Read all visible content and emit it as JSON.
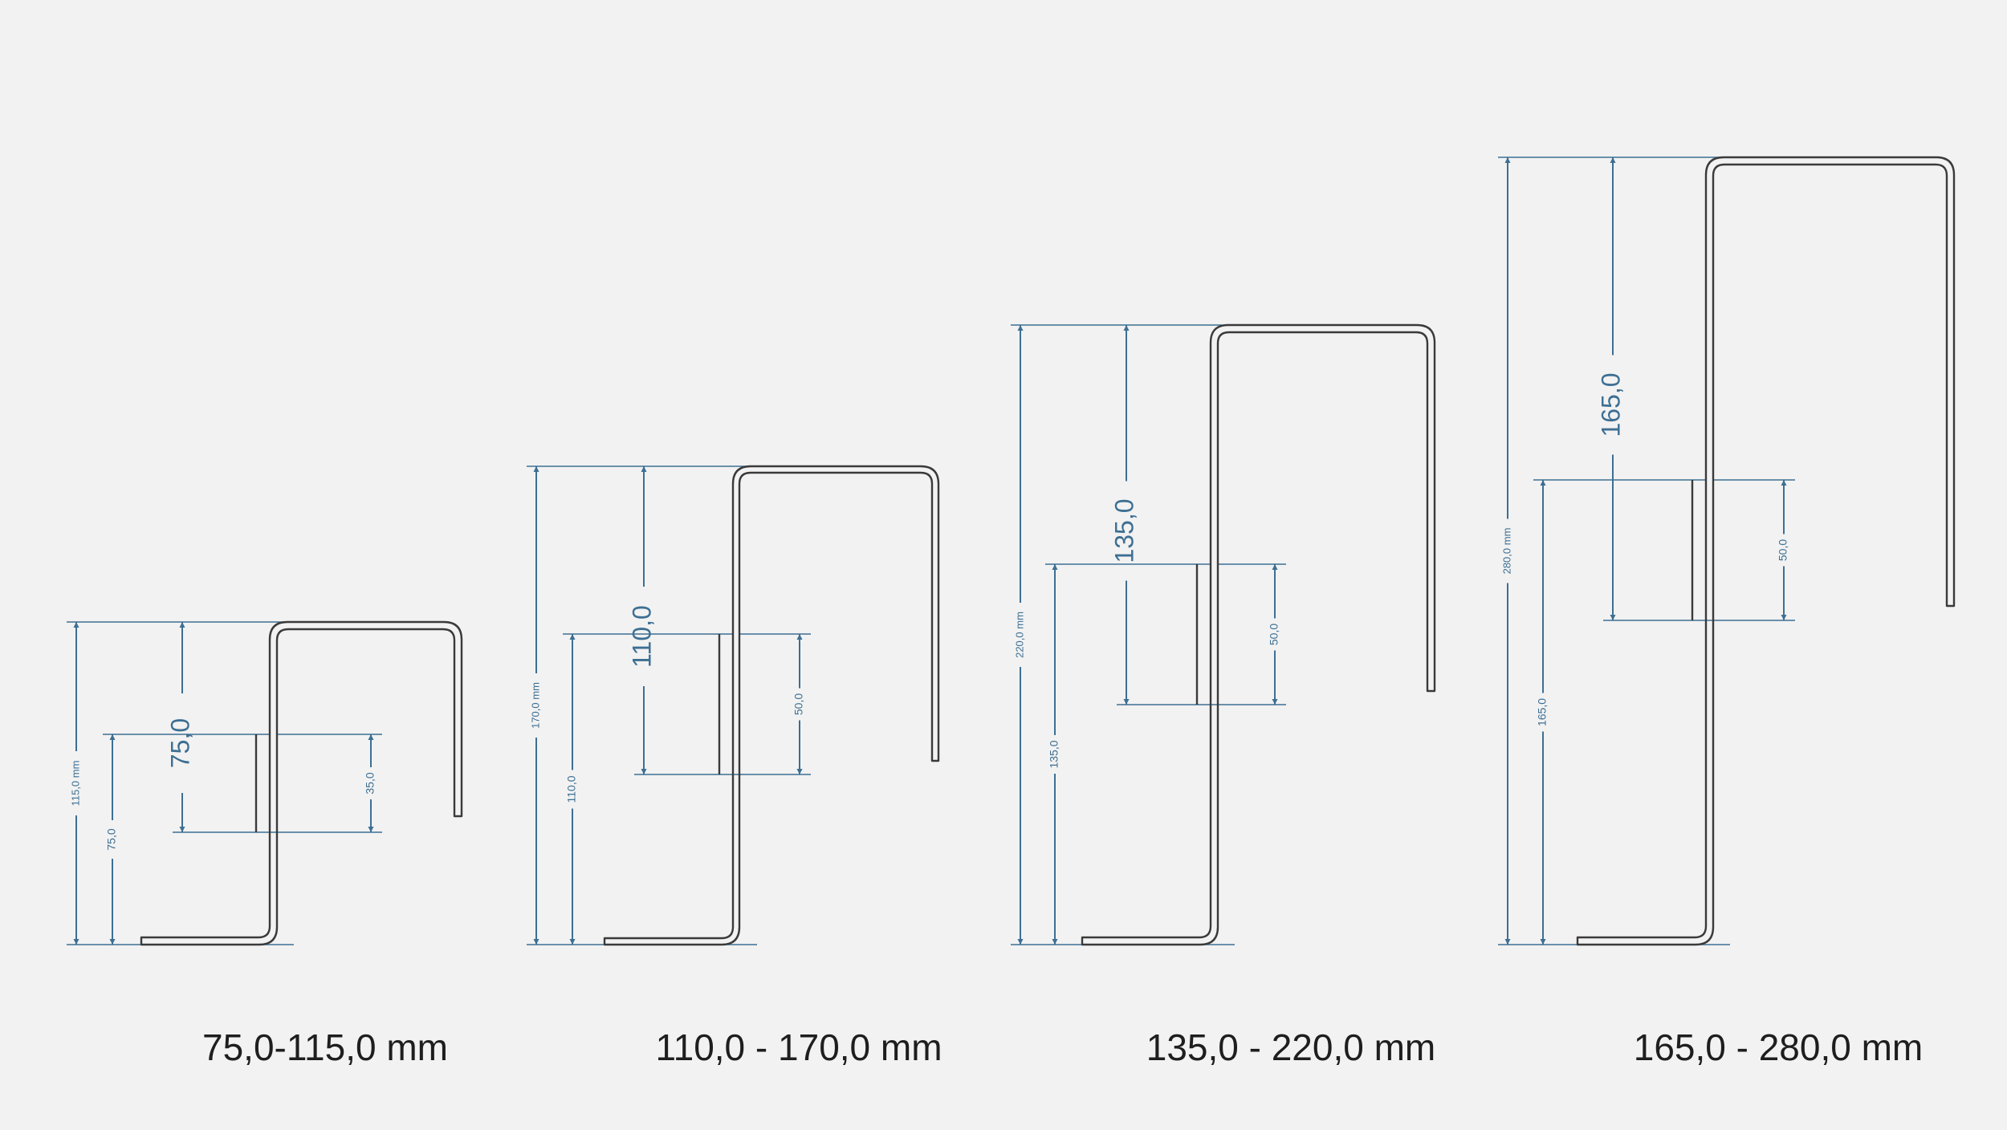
{
  "colors": {
    "background": "#f2f2f2",
    "dimension": "#3d6f93",
    "hook": "#3a3a3a",
    "caption": "#1e1e1e"
  },
  "hooks": [
    {
      "total_label": "115,0 mm",
      "lower_label": "75,0",
      "upper_label": "75,0",
      "overlap_label": "35,0",
      "caption": "75,0-115,0 mm"
    },
    {
      "total_label": "170,0 mm",
      "lower_label": "110,0",
      "upper_label": "110,0",
      "overlap_label": "50,0",
      "caption": "110,0 - 170,0 mm"
    },
    {
      "total_label": "220,0 mm",
      "lower_label": "135,0",
      "upper_label": "135,0",
      "overlap_label": "50,0",
      "caption": "135,0 - 220,0 mm"
    },
    {
      "total_label": "280,0 mm",
      "lower_label": "165,0",
      "upper_label": "165,0",
      "overlap_label": "50,0",
      "caption": "165,0 - 280,0 mm"
    }
  ]
}
